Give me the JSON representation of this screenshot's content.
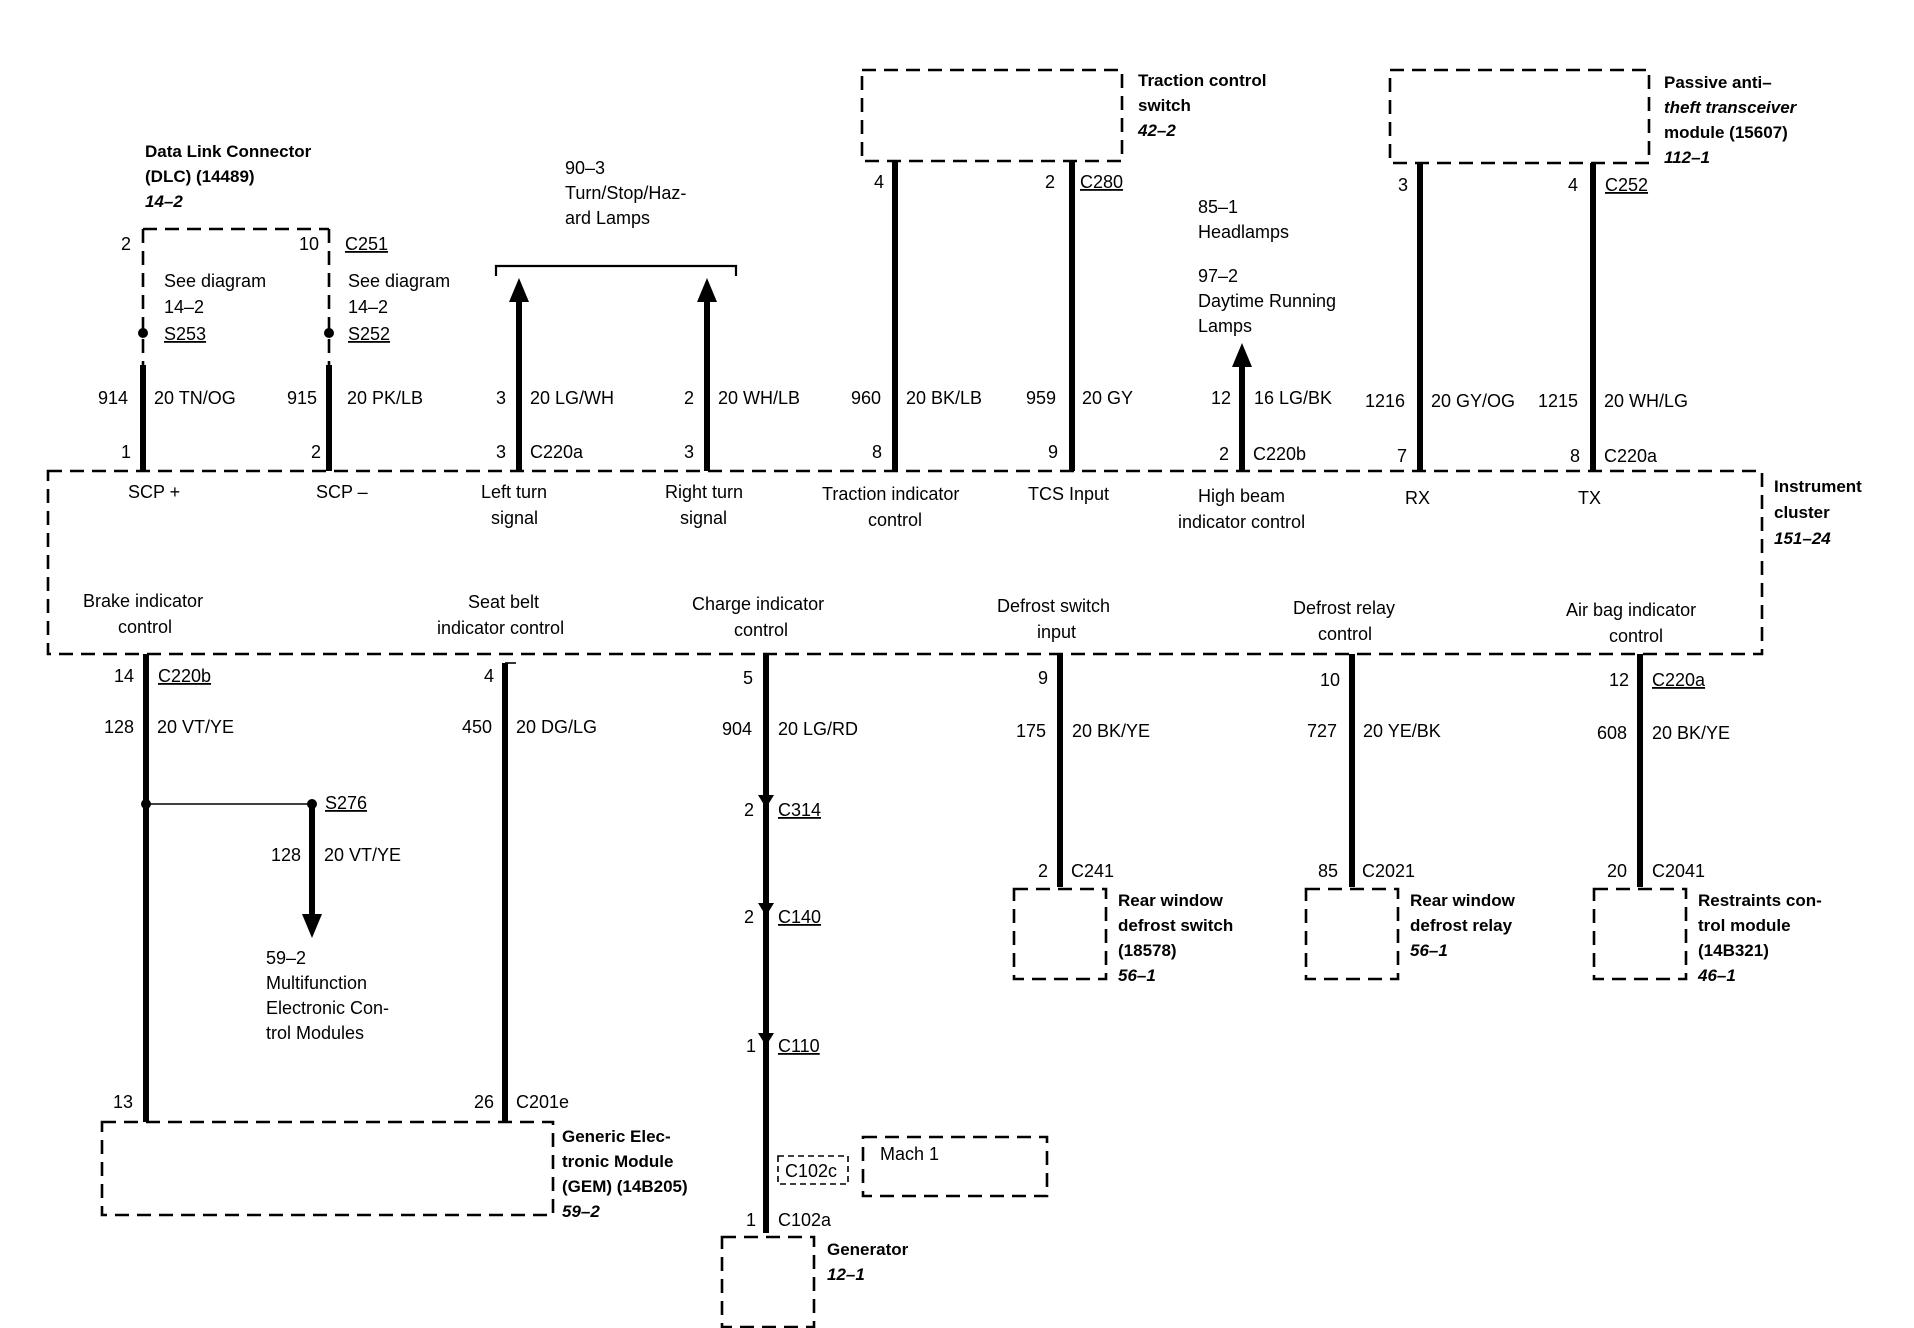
{
  "dlc": {
    "title1": "Data Link Connector",
    "title2": "(DLC) (14489)",
    "ref": "14–2"
  },
  "dlc_pin1": {
    "top_pin": "2",
    "see": "See diagram",
    "see_ref": "14–2",
    "splice": "S253",
    "circuit": "914",
    "wire": "20 TN/OG",
    "bot_pin": "1",
    "label": "SCP +"
  },
  "dlc_pin2": {
    "top_pin": "10",
    "conn": "C251",
    "see": "See diagram",
    "see_ref": "14–2",
    "splice": "S252",
    "circuit": "915",
    "wire": "20 PK/LB",
    "bot_pin": "2",
    "label": "SCP –"
  },
  "turn_lamps": {
    "ref": "90–3",
    "l1": "Turn/Stop/Haz-",
    "l2": "ard Lamps"
  },
  "left_turn": {
    "pin_top": "3",
    "wire": "20 LG/WH",
    "pin": "3",
    "conn": "C220a",
    "l1": "Left turn",
    "l2": "signal"
  },
  "right_turn": {
    "pin_top": "2",
    "wire": "20 WH/LB",
    "pin": "3",
    "l1": "Right turn",
    "l2": "signal"
  },
  "traction_switch": {
    "t1": "Traction control",
    "t2": "switch",
    "ref": "42–2",
    "pinA": "4",
    "pinB": "2",
    "conn": "C280"
  },
  "traction_ind": {
    "circuit": "960",
    "wire": "20 BK/LB",
    "pin": "8",
    "l1": "Traction indicator",
    "l2": "control"
  },
  "tcs": {
    "circuit": "959",
    "wire": "20 GY",
    "pin": "9",
    "label": "TCS Input"
  },
  "headlamps": {
    "ref1": "85–1",
    "l1": "Headlamps",
    "ref2": "97–2",
    "l2": "Daytime Running",
    "l3": "Lamps"
  },
  "high_beam": {
    "pin_top": "12",
    "wire": "16 LG/BK",
    "pin": "2",
    "conn": "C220b",
    "l1": "High beam",
    "l2": "indicator control"
  },
  "pats": {
    "t1": "Passive anti–",
    "t2": "theft transceiver",
    "t3": "module (15607)",
    "ref": "112–1",
    "pinA": "3",
    "pinB": "4",
    "conn": "C252"
  },
  "rx": {
    "circuit": "1216",
    "wire": "20 GY/OG",
    "pin": "7",
    "label": "RX"
  },
  "tx": {
    "circuit": "1215",
    "wire": "20 WH/LG",
    "pin": "8",
    "conn": "C220a",
    "label": "TX"
  },
  "cluster": {
    "t1": "Instrument",
    "t2": "cluster",
    "ref": "151–24"
  },
  "brake": {
    "l1": "Brake indicator",
    "l2": "control",
    "pin": "14",
    "conn": "C220b",
    "circuit": "128",
    "wire": "20 VT/YE",
    "bot_pin": "13"
  },
  "s276": {
    "splice": "S276",
    "circuit": "128",
    "wire": "20 VT/YE",
    "ref": "59–2",
    "l1": "Multifunction",
    "l2": "Electronic Con-",
    "l3": "trol Modules"
  },
  "seatbelt": {
    "l1": "Seat belt",
    "l2": "indicator control",
    "pin": "4",
    "circuit": "450",
    "wire": "20 DG/LG",
    "bot_pin": "26",
    "conn": "C201e"
  },
  "gem": {
    "t1": "Generic Elec-",
    "t2": "tronic Module",
    "t3": "(GEM) (14B205)",
    "ref": "59–2"
  },
  "charge": {
    "l1": "Charge indicator",
    "l2": "control",
    "pin": "5",
    "circuit": "904",
    "wire": "20 LG/RD",
    "p314": "2",
    "c314": "C314",
    "p140": "2",
    "c140": "C140",
    "p110": "1",
    "c110": "C110",
    "c102c": "C102c",
    "mach": "Mach 1",
    "p102a": "1",
    "c102a": "C102a"
  },
  "generator": {
    "t1": "Generator",
    "ref": "12–1"
  },
  "defrost_sw": {
    "l1": "Defrost switch",
    "l2": "input",
    "pin": "9",
    "circuit": "175",
    "wire": "20 BK/YE",
    "bot_pin": "2",
    "conn": "C241",
    "t1": "Rear window",
    "t2": "defrost switch",
    "t3": "(18578)",
    "ref": "56–1"
  },
  "defrost_relay": {
    "l1": "Defrost relay",
    "l2": "control",
    "pin": "10",
    "circuit": "727",
    "wire": "20 YE/BK",
    "bot_pin": "85",
    "conn": "C2021",
    "t1": "Rear window",
    "t2": "defrost relay",
    "ref": "56–1"
  },
  "airbag": {
    "l1": "Air bag indicator",
    "l2": "control",
    "pin": "12",
    "conn": "C220a",
    "circuit": "608",
    "wire": "20 BK/YE",
    "bot_pin": "20",
    "conn2": "C2041",
    "t1": "Restraints con-",
    "t2": "trol module",
    "t3": "(14B321)",
    "ref": "46–1"
  }
}
